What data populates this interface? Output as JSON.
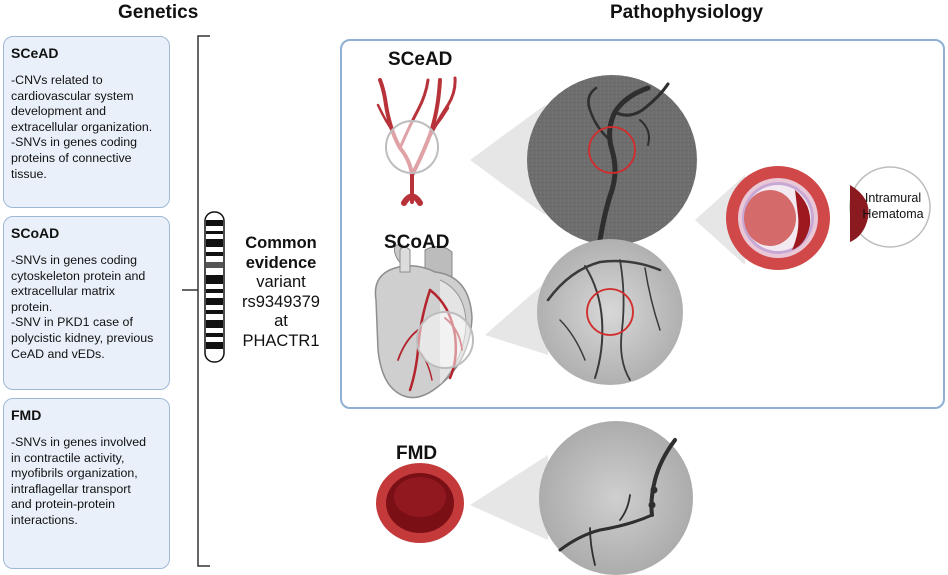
{
  "headers": {
    "genetics": "Genetics",
    "pathophysiology": "Pathophysiology"
  },
  "genetics_boxes": [
    {
      "title": "SCeAD",
      "lines": [
        "-CNVs related to",
        "cardiovascular system",
        "development and",
        "extracellular organization.",
        "-SNVs in genes coding",
        "proteins of connective",
        "tissue."
      ]
    },
    {
      "title": "SCoAD",
      "lines": [
        "-SNVs in genes coding",
        "cytoskeleton protein and",
        "extracellular matrix",
        "protein.",
        "-SNV in PKD1 case of",
        "polycistic kidney, previous",
        "CeAD and vEDs."
      ]
    },
    {
      "title": "FMD",
      "lines": [
        "-SNVs in genes involved",
        "in contractile activity,",
        "myofibrils organization,",
        "intraflagellar transport",
        "and protein-protein",
        "interactions."
      ]
    }
  ],
  "common": {
    "line1": "Common",
    "line2": "evidence",
    "line3": "variant",
    "line4": "rs9349379",
    "line5": "at",
    "line6": "PHACTR1"
  },
  "patho_labels": {
    "sce": "SCeAD",
    "sco": "SCoAD",
    "fmd": "FMD"
  },
  "hematoma": {
    "line1": "Intramural",
    "line2": "Hematoma"
  },
  "colors": {
    "box_fill": "#e9f0f9",
    "box_border": "#9fb8d6",
    "frame_border": "#8fb0d3",
    "vessel_red": "#b8323a",
    "dark_red": "#7a0f16"
  }
}
